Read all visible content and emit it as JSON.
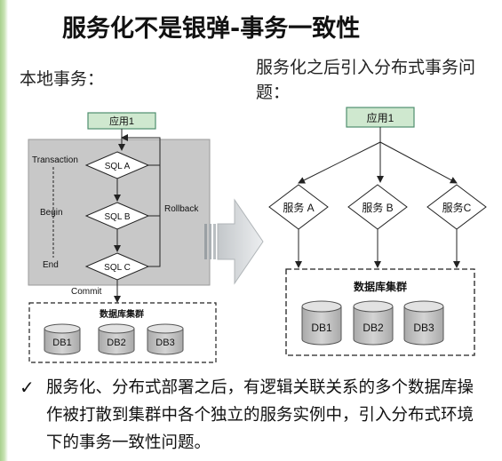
{
  "title": "服务化不是银弹-事务一致性",
  "left_panel": {
    "heading": "本地事务：",
    "app_label": "应用1",
    "steps": [
      "SQL A",
      "SQL B",
      "SQL C"
    ],
    "side_labels": {
      "transaction": "Transaction",
      "begin": "Begin",
      "end": "End",
      "rollback": "Rollback",
      "commit": "Commit"
    },
    "cluster_title": "数据库集群",
    "databases": [
      "DB1",
      "DB2",
      "DB3"
    ]
  },
  "right_panel": {
    "heading": "服务化之后引入分布式事务问题：",
    "app_label": "应用1",
    "services": [
      "服务 A",
      "服务 B",
      "服务C"
    ],
    "cluster_title": "数据库集群",
    "databases": [
      "DB1",
      "DB2",
      "DB3"
    ]
  },
  "bottom_note": {
    "bullet": "✓",
    "text": "服务化、分布式部署之后，有逻辑关联关系的多个数据库操作被打散到集群中各个独立的服务实例中，引入分布式环境下的事务一致性问题。"
  },
  "colors": {
    "app_box_fill": "#cfe8cf",
    "app_box_stroke": "#4f8f6f",
    "gray_panel": "#c8c8c8",
    "db_fill": "#c8c8c8",
    "arrow_fill": "#dde0e2",
    "accent_stripe": "#a8d08d"
  }
}
